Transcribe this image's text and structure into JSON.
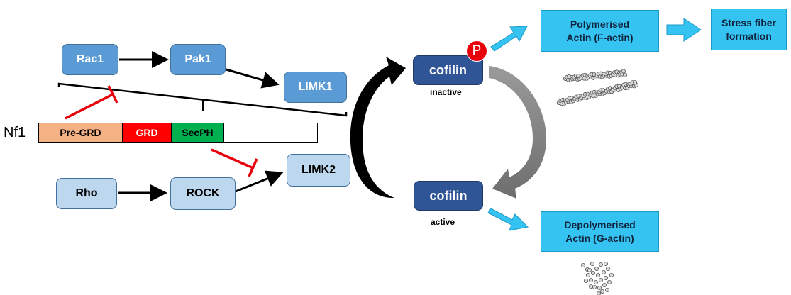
{
  "upstream": {
    "rac1": "Rac1",
    "pak1": "Pak1",
    "limk1": "LIMK1",
    "rho": "Rho",
    "rock": "ROCK",
    "limk2": "LIMK2"
  },
  "nf1": {
    "label": "Nf1",
    "domains": [
      "Pre-GRD",
      "GRD",
      "SecPH",
      ""
    ],
    "domain_colors": [
      "#f4b183",
      "#ff0000",
      "#00b050",
      "#ffffff"
    ]
  },
  "cofilin": {
    "inactive_label": "cofilin",
    "inactive_state": "inactive",
    "active_label": "cofilin",
    "active_state": "active",
    "phospho_badge": "P"
  },
  "outputs": {
    "polymerised_line1": "Polymerised",
    "polymerised_line2": "Actin (F-actin)",
    "stress_line1": "Stress fiber",
    "stress_line2": "formation",
    "depolymerised_line1": "Depolymerised",
    "depolymerised_line2": "Actin (G-actin)"
  },
  "colors": {
    "mid_blue": "#5b9bd5",
    "light_blue": "#bdd7ee",
    "dark_blue": "#2f5597",
    "cyan": "#35c3f2",
    "inhibition_red": "#e8000b",
    "cycle_gray": "#808080"
  }
}
